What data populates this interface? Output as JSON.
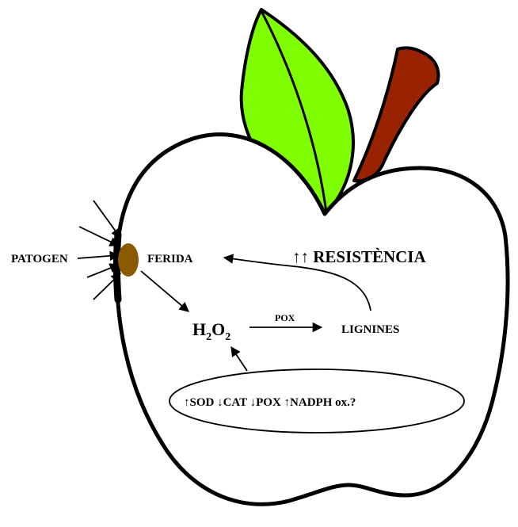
{
  "labels": {
    "patogen": "PATOGEN",
    "ferida": "FERIDA",
    "resistencia": "↑↑ RESISTÈNCIA",
    "pox": "POX",
    "lignines": "LIGNINES",
    "h2o2": {
      "h1": "H",
      "sub1": "2",
      "o": "O",
      "sub2": "2"
    },
    "enzymes": "↑SOD ↓CAT ↓POX ↑NADPH ox.?"
  },
  "colors": {
    "leaf": "#80ff00",
    "stem": "#992200",
    "wound": "#8b5a00",
    "outline": "#000000"
  }
}
